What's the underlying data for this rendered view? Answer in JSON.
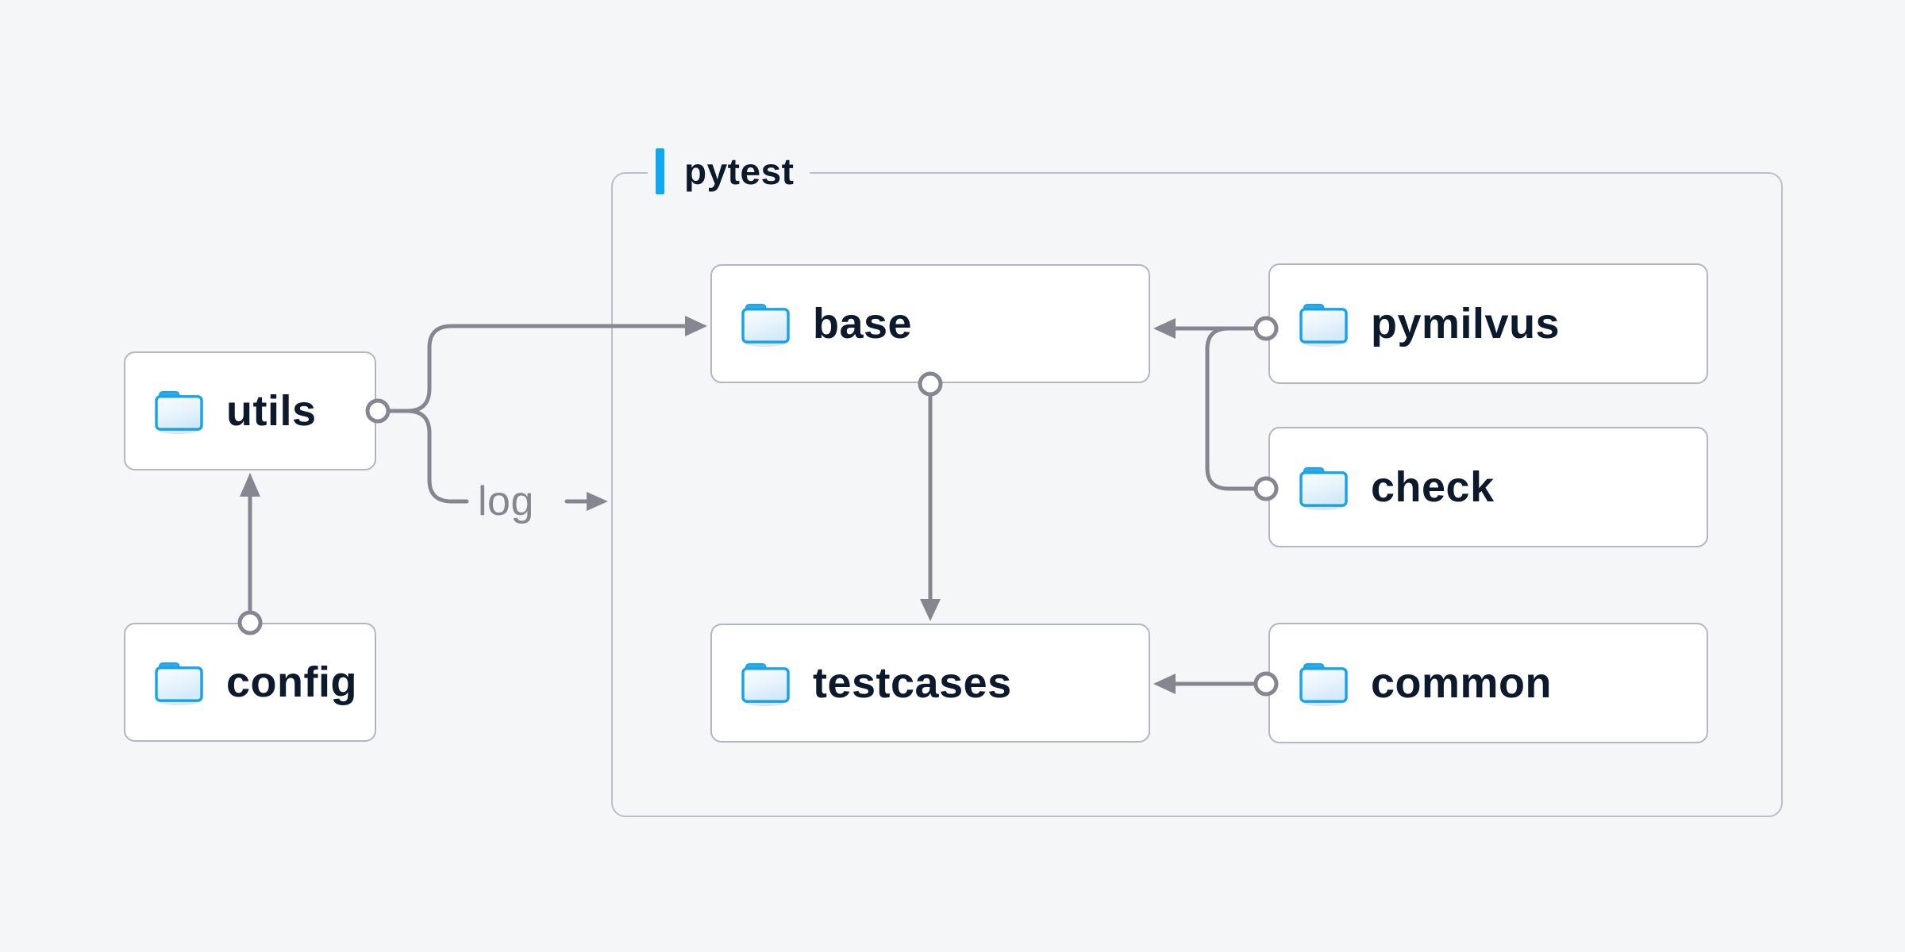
{
  "container": {
    "label": "pytest"
  },
  "nodes": [
    {
      "id": "utils",
      "label": "utils",
      "icon": "folder-icon",
      "inside_container": false
    },
    {
      "id": "config",
      "label": "config",
      "icon": "folder-icon",
      "inside_container": false
    },
    {
      "id": "base",
      "label": "base",
      "icon": "folder-icon",
      "inside_container": true
    },
    {
      "id": "pymilvus",
      "label": "pymilvus",
      "icon": "folder-icon",
      "inside_container": true
    },
    {
      "id": "check",
      "label": "check",
      "icon": "folder-icon",
      "inside_container": true
    },
    {
      "id": "testcases",
      "label": "testcases",
      "icon": "folder-icon",
      "inside_container": true
    },
    {
      "id": "common",
      "label": "common",
      "icon": "folder-icon",
      "inside_container": true
    }
  ],
  "edges": [
    {
      "from": "config",
      "to": "utils",
      "label": ""
    },
    {
      "from": "utils",
      "to": "base",
      "label": ""
    },
    {
      "from": "utils",
      "to": "pytest",
      "label": "log"
    },
    {
      "from": "pymilvus",
      "to": "base",
      "label": ""
    },
    {
      "from": "check",
      "to": "base",
      "label": ""
    },
    {
      "from": "base",
      "to": "testcases",
      "label": ""
    },
    {
      "from": "common",
      "to": "testcases",
      "label": ""
    }
  ],
  "palette": {
    "background": "#f5f6f8",
    "node_fill": "#ffffff",
    "node_border": "#b3b6c2",
    "container_border": "#bcbec9",
    "wire": "#85868f",
    "text_dark": "#0d1a2b",
    "text_muted": "#85868f",
    "accent_blue": "#0fa9f1",
    "folder_blue": "#17a3ea"
  }
}
